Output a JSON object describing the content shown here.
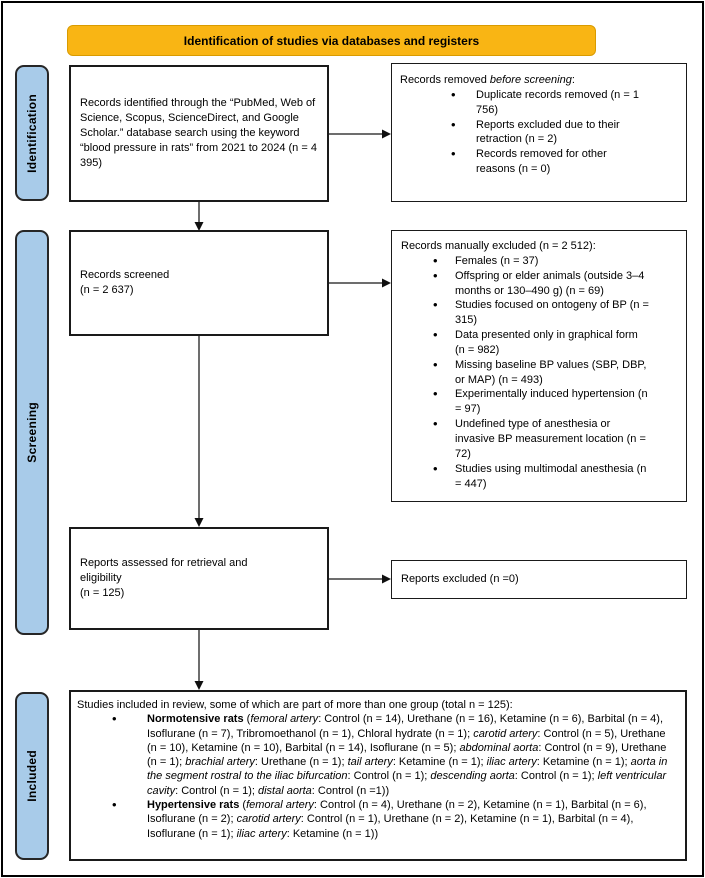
{
  "banner": {
    "label": "Identification of studies via databases and registers",
    "bg_color": "#F9B514"
  },
  "sidebar": {
    "bg_color": "#A8CBE9",
    "stages": [
      {
        "id": "identification",
        "label": "Identification"
      },
      {
        "id": "screening",
        "label": "Screening"
      },
      {
        "id": "included",
        "label": "Included"
      }
    ]
  },
  "boxes": {
    "records_identified": {
      "text": "Records identified through the “PubMed, Web of Science, Scopus, ScienceDirect, and Google Scholar.” database search using the keyword “blood pressure in rats” from 2021 to 2024 (n = 4 395)"
    },
    "records_removed": {
      "heading_segments": [
        {
          "text": "Records removed ",
          "style": "normal"
        },
        {
          "text": "before screening",
          "style": "italic"
        },
        {
          "text": ":",
          "style": "normal"
        }
      ],
      "bullets": [
        "Duplicate records removed (n = 1 756)",
        "Reports excluded due to their retraction (n = 2)",
        "Records removed for other reasons (n = 0)"
      ]
    },
    "records_screened": {
      "lines": [
        "Records screened",
        "(n = 2 637)"
      ]
    },
    "records_excluded": {
      "heading": "Records manually excluded (n = 2 512):",
      "bullets": [
        "Females (n = 37)",
        "Offspring or elder animals (outside 3–4 months or 130–490 g) (n = 69)",
        "Studies focused on ontogeny of BP (n = 315)",
        "Data presented only in graphical form (n = 982)",
        "Missing baseline BP values (SBP, DBP, or MAP) (n = 493)",
        "Experimentally induced hypertension (n = 97)",
        "Undefined type of anesthesia or invasive BP measurement location (n = 72)",
        "Studies using multimodal anesthesia (n = 447)"
      ]
    },
    "reports_assessed": {
      "lines": [
        "Reports assessed for retrieval and",
        "eligibility",
        "(n = 125)"
      ]
    },
    "reports_excluded": {
      "text": "Reports excluded (n =0)"
    },
    "studies_included": {
      "intro": "Studies included in review, some of which are part of more than one group (total n = 125):",
      "bullets": [
        {
          "segments": [
            {
              "text": "Normotensive rats",
              "style": "bold"
            },
            {
              "text": " (",
              "style": "normal"
            },
            {
              "text": "femoral artery",
              "style": "italic"
            },
            {
              "text": ": Control (n = 14), Urethane (n = 16), Ketamine (n = 6), Barbital (n = 4), Isoflurane (n = 7), Tribromoethanol (n = 1), Chloral hydrate (n = 1); ",
              "style": "normal"
            },
            {
              "text": "carotid artery",
              "style": "italic"
            },
            {
              "text": ": Control (n = 5), Urethane (n = 10), Ketamine (n = 10), Barbital (n = 14), Isoflurane (n = 5); ",
              "style": "normal"
            },
            {
              "text": "abdominal aorta",
              "style": "italic"
            },
            {
              "text": ": Control (n = 9), Urethane (n = 1); ",
              "style": "normal"
            },
            {
              "text": "brachial artery",
              "style": "italic"
            },
            {
              "text": ": Urethane (n = 1); ",
              "style": "normal"
            },
            {
              "text": "tail artery",
              "style": "italic"
            },
            {
              "text": ": Ketamine (n = 1); ",
              "style": "normal"
            },
            {
              "text": "iliac artery",
              "style": "italic"
            },
            {
              "text": ": Ketamine (n = 1); ",
              "style": "normal"
            },
            {
              "text": "aorta in the segment rostral to the iliac bifurcation",
              "style": "italic"
            },
            {
              "text": ": Control (n = 1); ",
              "style": "normal"
            },
            {
              "text": "descending aorta",
              "style": "italic"
            },
            {
              "text": ": Control (n = 1); ",
              "style": "normal"
            },
            {
              "text": "left ventricular cavity",
              "style": "italic"
            },
            {
              "text": ": Control (n = 1); ",
              "style": "normal"
            },
            {
              "text": "distal aorta",
              "style": "italic"
            },
            {
              "text": ": Control (n =1))",
              "style": "normal"
            }
          ]
        },
        {
          "segments": [
            {
              "text": "Hypertensive rats",
              "style": "bold"
            },
            {
              "text": " (",
              "style": "normal"
            },
            {
              "text": "femoral artery",
              "style": "italic"
            },
            {
              "text": ": Control (n = 4), Urethane (n = 2), Ketamine (n = 1), Barbital (n = 6), Isoflurane (n = 2); ",
              "style": "normal"
            },
            {
              "text": "carotid artery",
              "style": "italic"
            },
            {
              "text": ": Control (n = 1), Urethane (n = 2), Ketamine (n = 1), Barbital (n = 4), Isoflurane (n = 1); ",
              "style": "normal"
            },
            {
              "text": "iliac artery",
              "style": "italic"
            },
            {
              "text": ": Ketamine (n = 1))",
              "style": "normal"
            }
          ]
        }
      ]
    }
  }
}
